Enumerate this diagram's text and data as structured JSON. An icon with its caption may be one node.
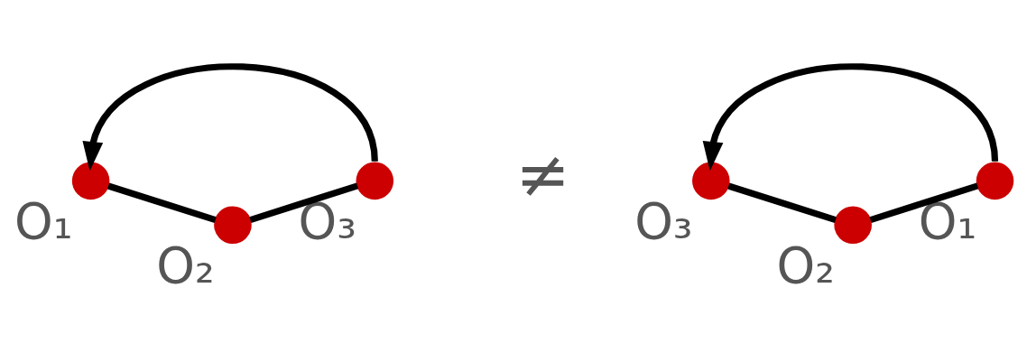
{
  "diagram": {
    "nodes": [
      {
        "text": [],
        "shape": "circle",
        "beside": [
          "O₁"
        ]
      },
      {
        "text": [],
        "shape": "circle",
        "beside": [
          "O₂"
        ]
      },
      {
        "text": [],
        "shape": "circle",
        "beside": [
          "O₃"
        ]
      },
      {
        "text": [],
        "shape": "circle",
        "beside": [
          "O₃"
        ]
      },
      {
        "text": [],
        "shape": "circle",
        "beside": [
          "O₂"
        ]
      },
      {
        "text": [],
        "shape": "circle",
        "beside": [
          "O₁"
        ]
      }
    ],
    "edges": [
      {
        "from": 0,
        "to": 1,
        "arrow": "none"
      },
      {
        "from": 1,
        "to": 2,
        "arrow": "none"
      },
      {
        "from": 2,
        "to": 0,
        "arrow": "to"
      },
      {
        "from": 3,
        "to": 4,
        "arrow": "none"
      },
      {
        "from": 4,
        "to": 5,
        "arrow": "none"
      },
      {
        "from": 5,
        "to": 3,
        "arrow": "to"
      }
    ],
    "labels": [
      "≠"
    ]
  }
}
